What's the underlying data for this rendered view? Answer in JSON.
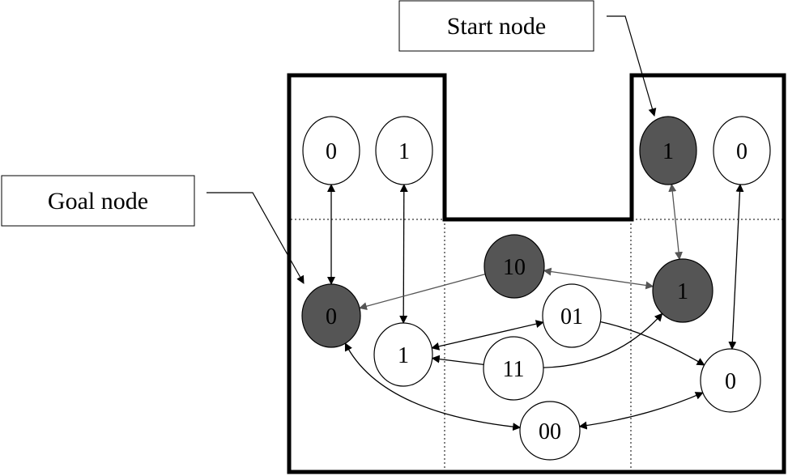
{
  "callouts": {
    "start": "Start node",
    "goal": "Goal node"
  },
  "nodes": [
    {
      "id": "t1",
      "label": "0",
      "filled": false
    },
    {
      "id": "t2",
      "label": "1",
      "filled": false
    },
    {
      "id": "t3",
      "label": "1",
      "filled": true
    },
    {
      "id": "t4",
      "label": "0",
      "filled": false
    },
    {
      "id": "n10",
      "label": "10",
      "filled": true
    },
    {
      "id": "r1",
      "label": "1",
      "filled": true
    },
    {
      "id": "g0",
      "label": "0",
      "filled": true
    },
    {
      "id": "n01",
      "label": "01",
      "filled": false
    },
    {
      "id": "m1",
      "label": "1",
      "filled": false
    },
    {
      "id": "n11",
      "label": "11",
      "filled": false
    },
    {
      "id": "b0",
      "label": "0",
      "filled": false
    },
    {
      "id": "n00",
      "label": "00",
      "filled": false
    }
  ],
  "edges": [
    {
      "from": "t1",
      "to": "g0",
      "type": "both"
    },
    {
      "from": "t2",
      "to": "m1",
      "type": "both"
    },
    {
      "from": "t3",
      "to": "r1",
      "type": "both"
    },
    {
      "from": "t4",
      "to": "b0",
      "type": "both"
    },
    {
      "from": "n10",
      "to": "g0",
      "type": "forward"
    },
    {
      "from": "n10",
      "to": "r1",
      "type": "both"
    },
    {
      "from": "m1",
      "to": "n01",
      "type": "both"
    },
    {
      "from": "n11",
      "to": "m1",
      "type": "forward"
    },
    {
      "from": "n11",
      "to": "r1",
      "type": "forward"
    },
    {
      "from": "n01",
      "to": "b0",
      "type": "forward"
    },
    {
      "from": "g0",
      "to": "n00",
      "type": "both"
    },
    {
      "from": "n00",
      "to": "b0",
      "type": "both"
    }
  ],
  "colors": {
    "filled_node": "#555555",
    "outline": "#000000",
    "background": "#ffffff"
  }
}
